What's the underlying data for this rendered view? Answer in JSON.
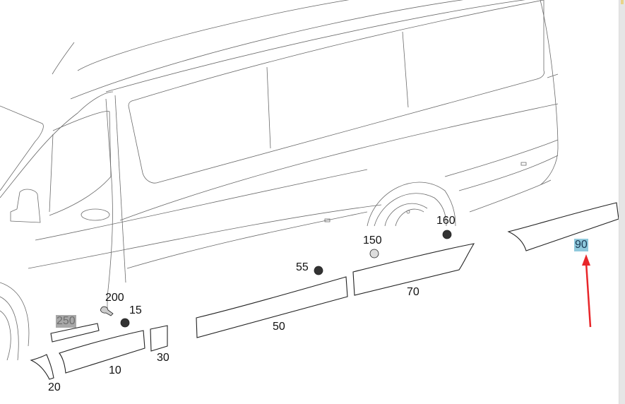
{
  "diagram": {
    "subject": "van side view with body side trim parts",
    "callouts": [
      {
        "id": "c90",
        "label": "90",
        "highlight": "blue"
      },
      {
        "id": "c160",
        "label": "160",
        "highlight": "none"
      },
      {
        "id": "c150",
        "label": "150",
        "highlight": "none"
      },
      {
        "id": "c55",
        "label": "55",
        "highlight": "none"
      },
      {
        "id": "c70",
        "label": "70",
        "highlight": "none"
      },
      {
        "id": "c50",
        "label": "50",
        "highlight": "none"
      },
      {
        "id": "c200",
        "label": "200",
        "highlight": "none"
      },
      {
        "id": "c15",
        "label": "15",
        "highlight": "none"
      },
      {
        "id": "c250",
        "label": "250",
        "highlight": "gray"
      },
      {
        "id": "c30",
        "label": "30",
        "highlight": "none"
      },
      {
        "id": "c10",
        "label": "10",
        "highlight": "none"
      },
      {
        "id": "c20",
        "label": "20",
        "highlight": "none"
      }
    ],
    "pointer_arrow": {
      "target": "90",
      "color": "#e8262a"
    },
    "highlight_colors": {
      "blue": "#8fc9dc",
      "gray": "#a8a8a8"
    }
  }
}
